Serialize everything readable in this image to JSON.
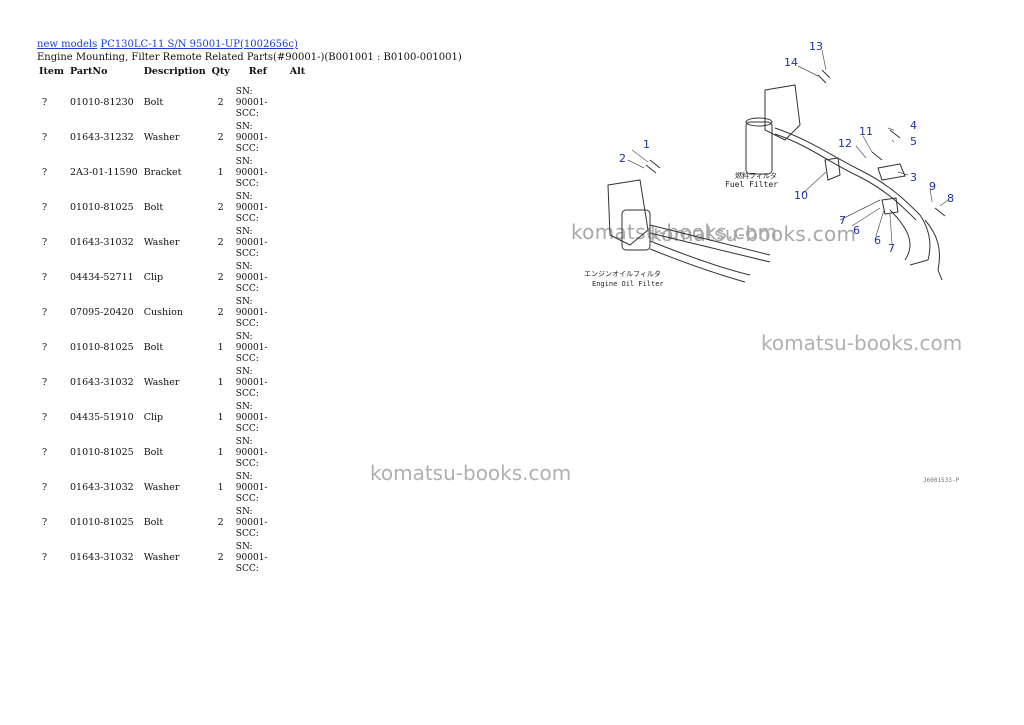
{
  "breadcrumb": {
    "link1": "new models",
    "link2": "PC130LC-11 S/N 95001-UP(1002656c)"
  },
  "page_title": "Engine Mounting, Filter Remote Related Parts(#90001-)(B001001 : B0100-001001)",
  "table": {
    "headers": [
      "Item",
      "PartNo",
      "Description",
      "Qty",
      "Ref",
      "Alt"
    ],
    "rows": [
      [
        "?",
        "01010-81230",
        "Bolt",
        "2",
        "SN: 90001-SCC:",
        ""
      ],
      [
        "?",
        "01643-31232",
        "Washer",
        "2",
        "SN: 90001-SCC:",
        ""
      ],
      [
        "?",
        "2A3-01-11590",
        "Bracket",
        "1",
        "SN: 90001-SCC:",
        ""
      ],
      [
        "?",
        "01010-81025",
        "Bolt",
        "2",
        "SN: 90001-SCC:",
        ""
      ],
      [
        "?",
        "01643-31032",
        "Washer",
        "2",
        "SN: 90001-SCC:",
        ""
      ],
      [
        "?",
        "04434-52711",
        "Clip",
        "2",
        "SN: 90001-SCC:",
        ""
      ],
      [
        "?",
        "07095-20420",
        "Cushion",
        "2",
        "SN: 90001-SCC:",
        ""
      ],
      [
        "?",
        "01010-81025",
        "Bolt",
        "1",
        "SN: 90001-SCC:",
        ""
      ],
      [
        "?",
        "01643-31032",
        "Washer",
        "1",
        "SN: 90001-SCC:",
        ""
      ],
      [
        "?",
        "04435-51910",
        "Clip",
        "1",
        "SN: 90001-SCC:",
        ""
      ],
      [
        "?",
        "01010-81025",
        "Bolt",
        "1",
        "SN: 90001-SCC:",
        ""
      ],
      [
        "?",
        "01643-31032",
        "Washer",
        "1",
        "SN: 90001-SCC:",
        ""
      ],
      [
        "?",
        "01010-81025",
        "Bolt",
        "2",
        "SN: 90001-SCC:",
        ""
      ],
      [
        "?",
        "01643-31032",
        "Washer",
        "2",
        "SN: 90001-SCC:",
        ""
      ]
    ]
  },
  "watermarks": [
    "komatsu-books.com",
    "komatsu-books.com",
    "komatsu-books.com",
    "komatsu-books.com"
  ],
  "diagram": {
    "callouts": [
      "13",
      "14",
      "1",
      "2",
      "11",
      "4",
      "12",
      "5",
      "3",
      "9",
      "8",
      "10",
      "7",
      "6",
      "6",
      "7"
    ],
    "fuel_filter_jp": "燃料フィルタ",
    "fuel_filter_en": "Fuel Filter",
    "oil_filter_jp": "エンジンオイルフィルタ",
    "oil_filter_en": "Engine Oil Filter",
    "drawing_code": "J6001533-P"
  },
  "colors": {
    "link": "#1a3fd6",
    "callout": "#1f2fa8",
    "watermark": "#a8a8a8"
  }
}
